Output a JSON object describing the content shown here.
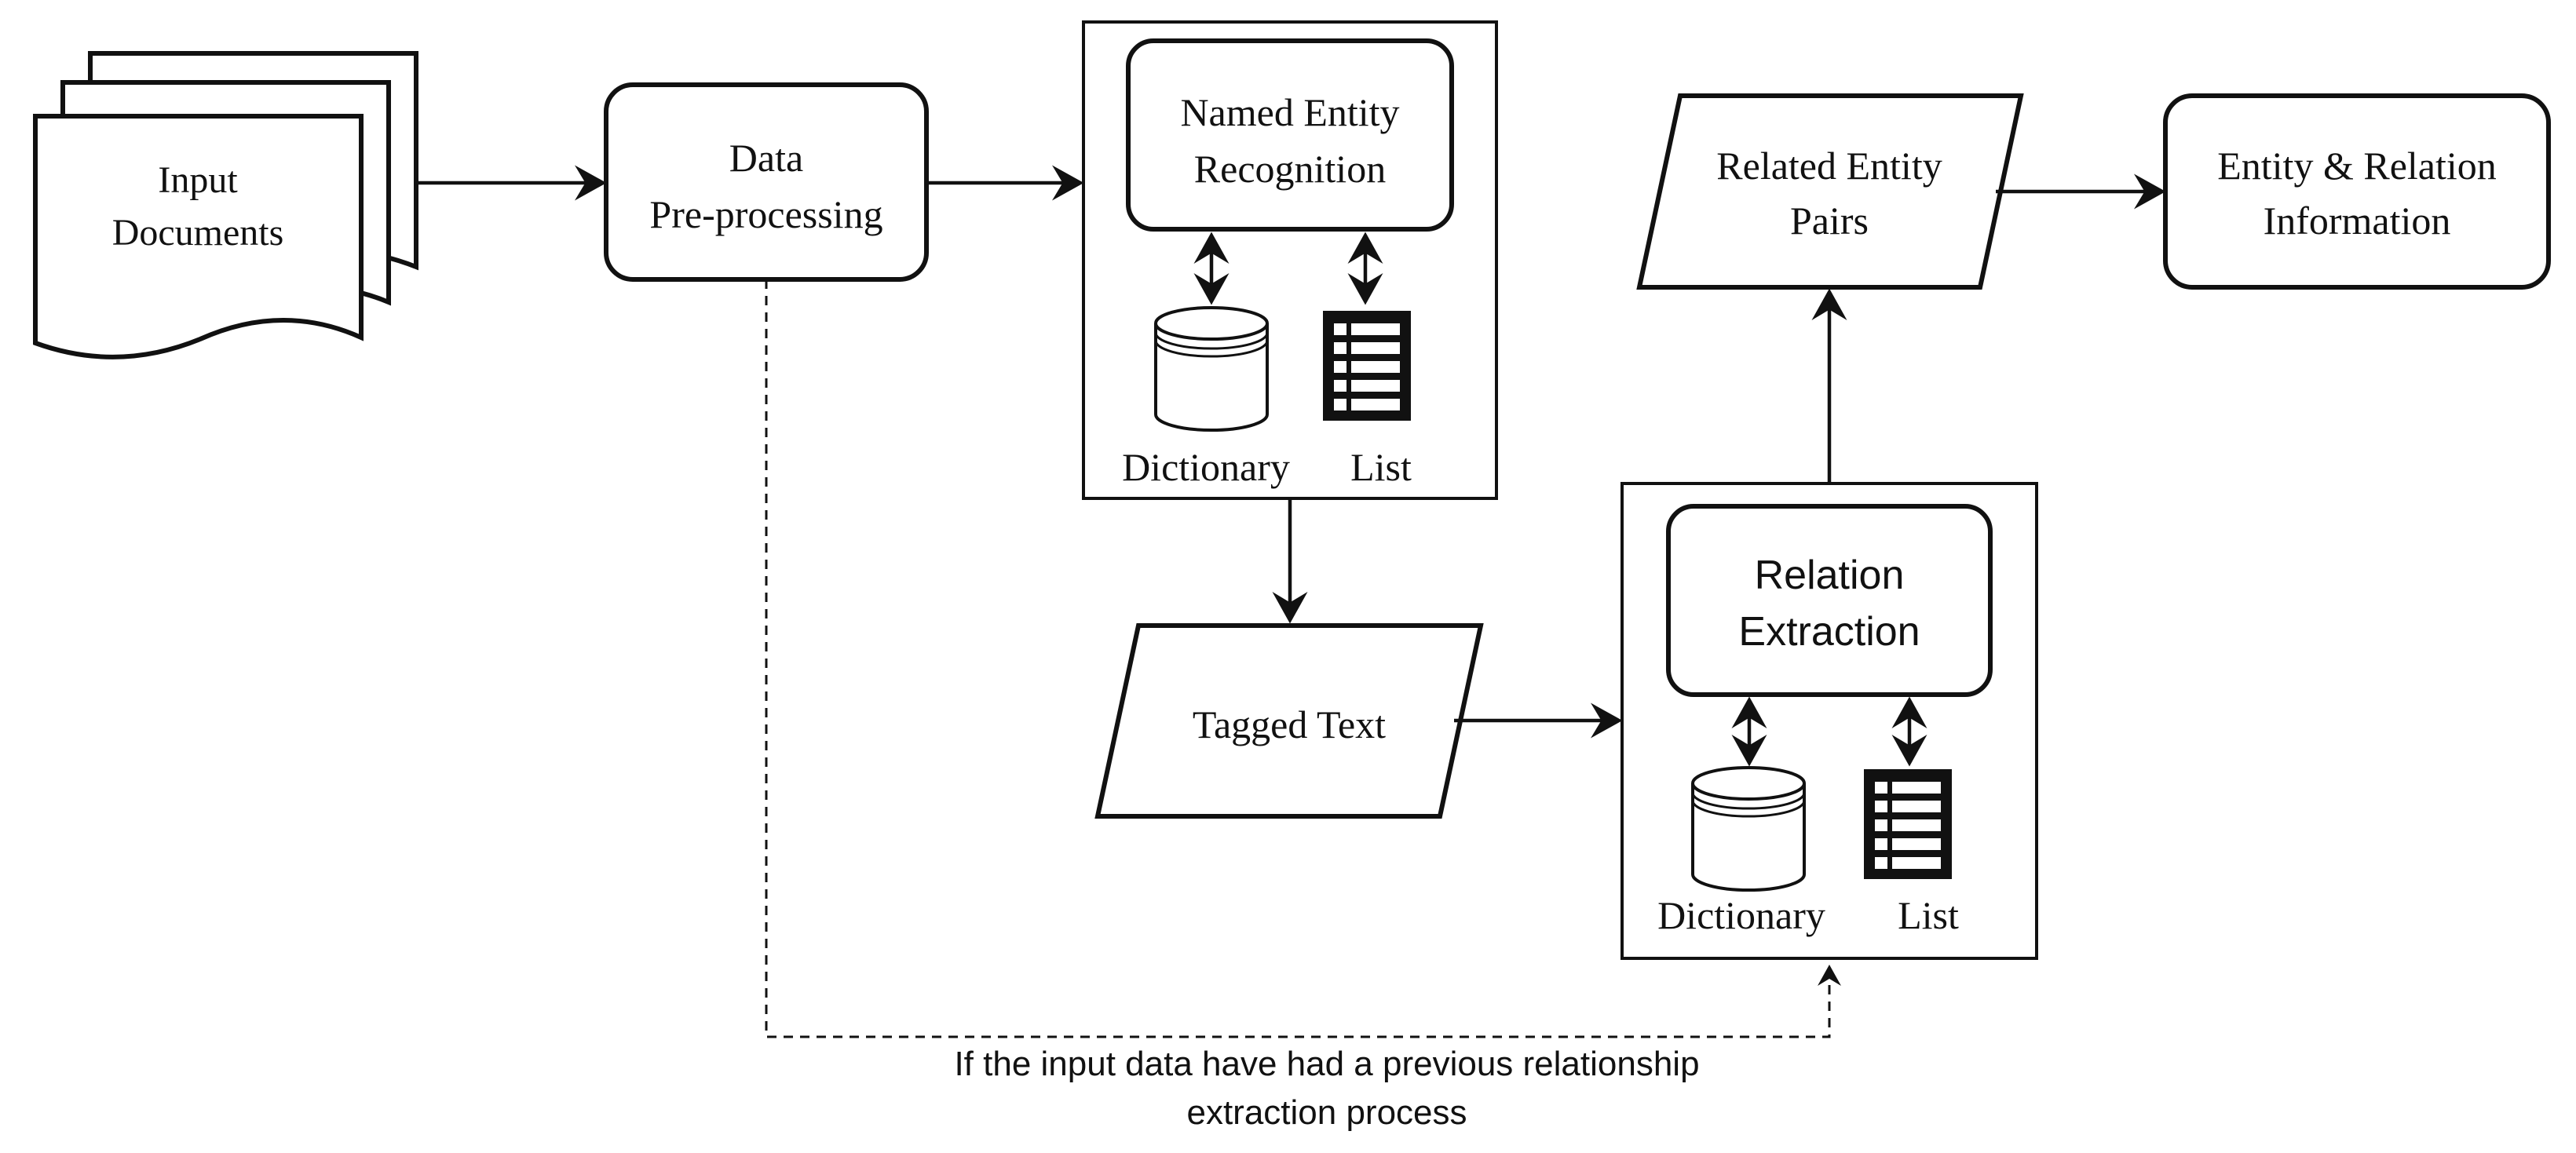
{
  "nodes": {
    "input_documents": {
      "line1": "Input",
      "line2": "Documents"
    },
    "data_preprocessing": {
      "line1": "Data",
      "line2": "Pre-processing"
    },
    "ner": {
      "line1": "Named Entity",
      "line2": "Recognition",
      "dictionary_label": "Dictionary",
      "list_label": "List"
    },
    "tagged_text": {
      "label": "Tagged Text"
    },
    "relation_extraction": {
      "line1": "Relation",
      "line2": "Extraction",
      "dictionary_label": "Dictionary",
      "list_label": "List"
    },
    "related_entity_pairs": {
      "line1": "Related Entity",
      "line2": "Pairs"
    },
    "entity_relation_info": {
      "line1": "Entity & Relation",
      "line2": "Information"
    }
  },
  "feedback_note": {
    "line1": "If the input data have had a previous relationship",
    "line2": "extraction process"
  },
  "colors": {
    "stroke": "#111111",
    "fill": "#ffffff",
    "icon": "#111111"
  },
  "icons": [
    "database-icon",
    "list-icon",
    "document-stack-icon"
  ]
}
